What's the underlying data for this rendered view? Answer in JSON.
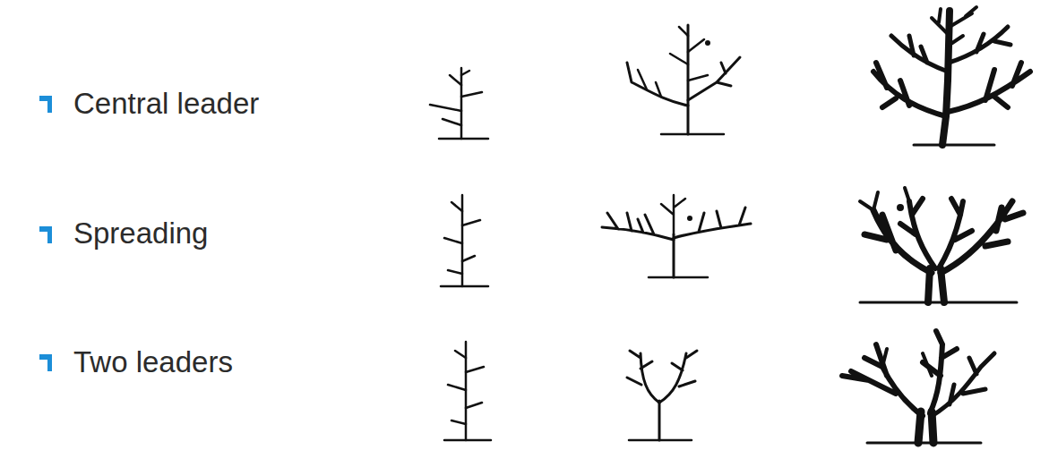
{
  "diagram": {
    "labels": [
      "Central leader",
      "Spreading",
      "Two leaders"
    ]
  }
}
